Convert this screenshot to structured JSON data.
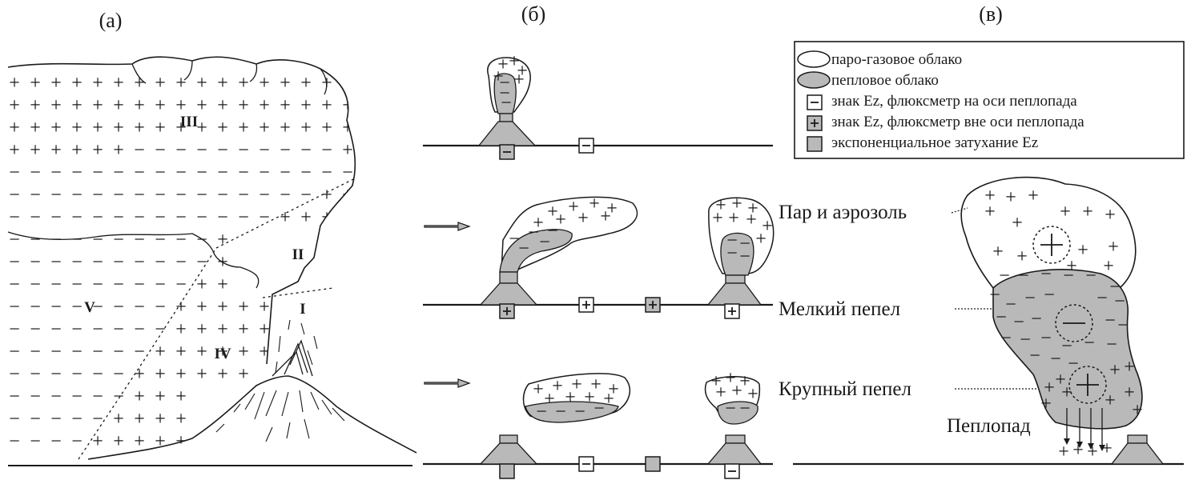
{
  "panels": {
    "a": "(а)",
    "b": "(б)",
    "c": "(в)"
  },
  "regions": {
    "I": "I",
    "II": "II",
    "III": "III",
    "IV": "IV",
    "V": "V"
  },
  "legend": [
    {
      "text": "паро-газовое облако",
      "icon": "white-cloud-swatch"
    },
    {
      "text": "пепловое облако",
      "icon": "gray-cloud-swatch"
    },
    {
      "text": "знак Ez, флюксметр на оси пеплопада",
      "symbol": "−",
      "icon": "minus-box-swatch"
    },
    {
      "text": "знак Ez, флюксметр вне оси пеплопада",
      "symbol": "+",
      "icon": "plus-box-swatch"
    },
    {
      "text": "экспоненциальное затухание Ez",
      "icon": "gray-box-swatch"
    }
  ],
  "layers": {
    "steam": "Пар и аэрозоль",
    "fine": "Мелкий пепел",
    "coarse": "Крупный пепел",
    "fall": "Пеплопад"
  },
  "fluxmeters": {
    "row1": [
      "−",
      "−"
    ],
    "row2": [
      "+",
      "+",
      "+",
      "+"
    ],
    "row3": [
      "",
      "−",
      "",
      "−"
    ]
  },
  "signs": {
    "plus": "+",
    "minus": "−"
  },
  "colors": {
    "ash": "#b9b9b9",
    "ink": "#1a1a1a",
    "paper": "#ffffff"
  }
}
